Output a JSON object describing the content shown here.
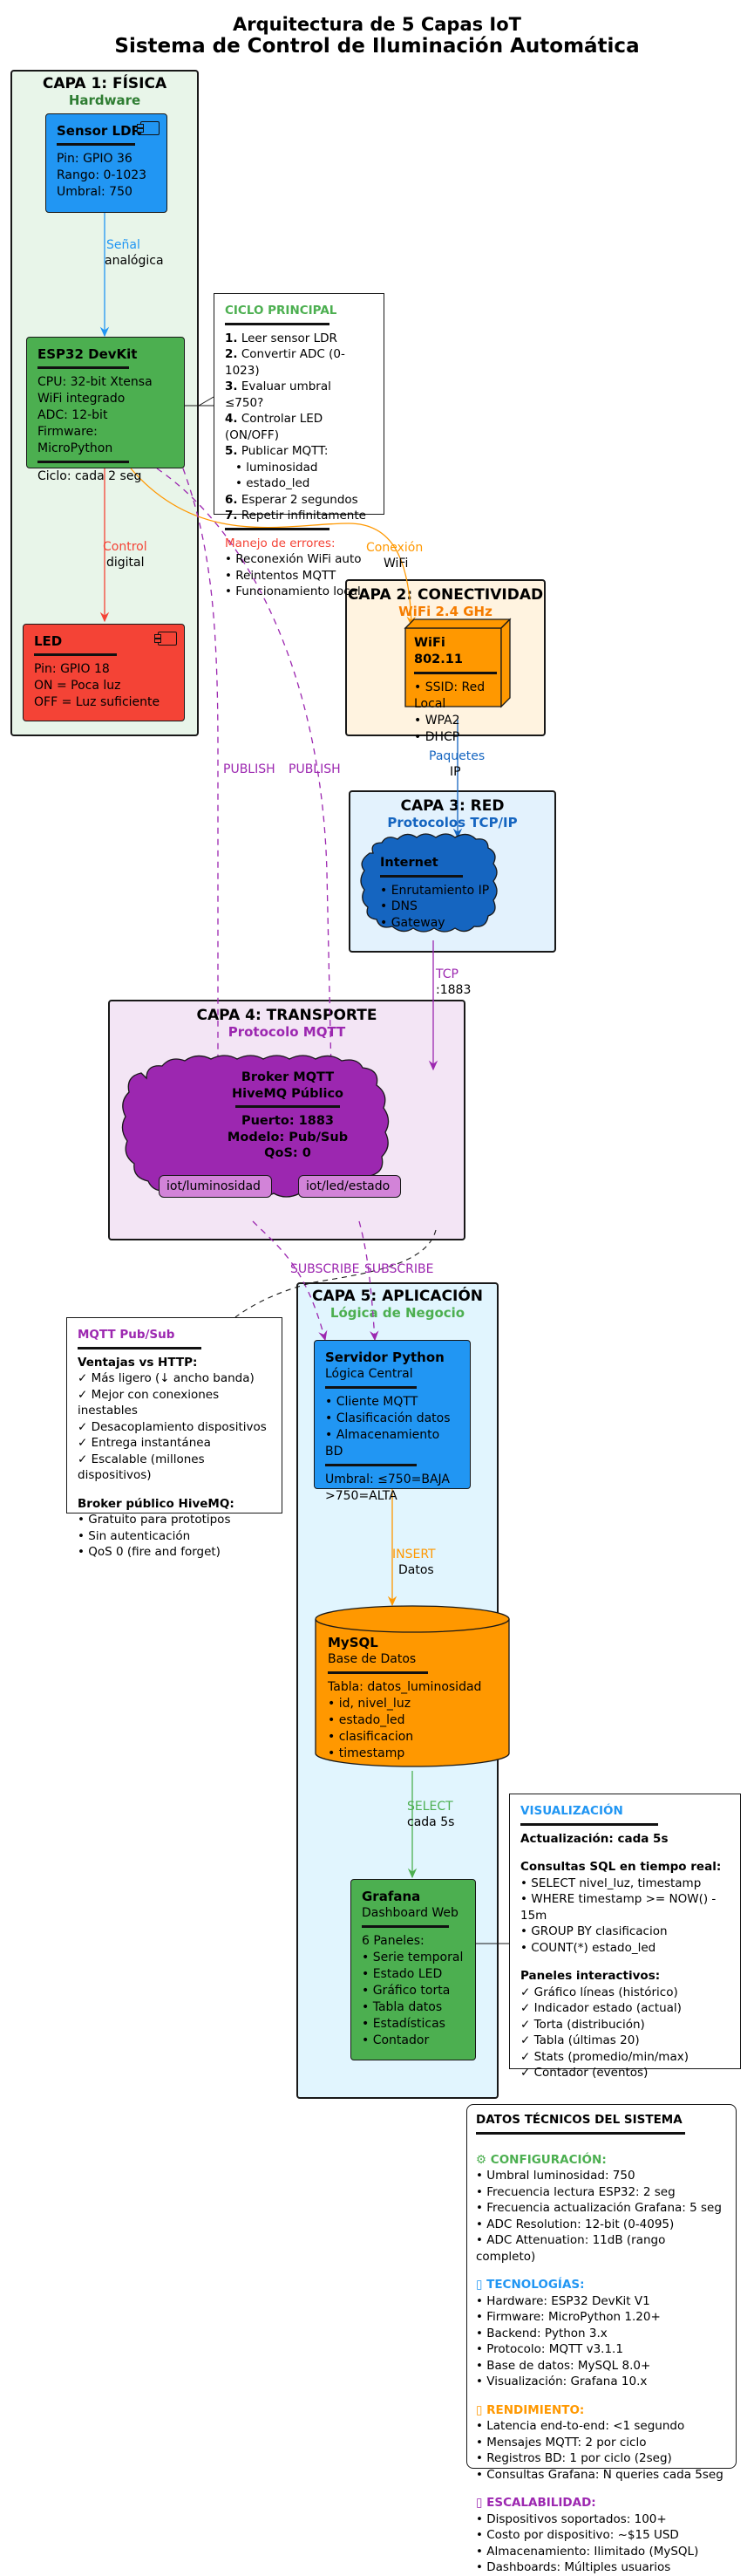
{
  "title": {
    "line1": "Arquitectura de 5 Capas IoT",
    "line2": "Sistema de Control de Iluminación Automática"
  },
  "colors": {
    "green": "#4caf50",
    "blue": "#2196f3",
    "red": "#f44336",
    "orange": "#ff9800",
    "purple": "#9c27b0",
    "dark_blue": "#1565c0",
    "green_text": "#2e7d32",
    "layer1_bg": "#e8f5e9",
    "layer2_bg": "#fff3e0",
    "layer3_bg": "#e3f2fd",
    "layer4_bg": "#f3e5f5",
    "layer5_bg": "#e1f5fe"
  },
  "layers": {
    "l1": {
      "title": "CAPA 1: FÍSICA",
      "sub": "Hardware"
    },
    "l2": {
      "title": "CAPA 2: CONECTIVIDAD",
      "sub": "WiFi 2.4 GHz"
    },
    "l3": {
      "title": "CAPA 3: RED",
      "sub": "Protocolos TCP/IP"
    },
    "l4": {
      "title": "CAPA 4: TRANSPORTE",
      "sub": "Protocolo MQTT"
    },
    "l5": {
      "title": "CAPA 5: APLICACIÓN",
      "sub": "Lógica de Negocio"
    }
  },
  "nodes": {
    "sensor": {
      "title": "Sensor LDR",
      "lines": [
        "Pin: GPIO 36",
        "Rango: 0-1023",
        "Umbral: 750"
      ]
    },
    "esp32": {
      "title": "ESP32 DevKit",
      "lines": [
        "CPU: 32-bit Xtensa",
        "WiFi integrado",
        "ADC: 12-bit",
        "Firmware: MicroPython"
      ],
      "footer": "Ciclo: cada 2 seg"
    },
    "led": {
      "title": "LED",
      "lines": [
        "Pin: GPIO 18",
        "ON = Poca luz",
        "OFF = Luz suficiente"
      ]
    },
    "wifi": {
      "title": "WiFi 802.11",
      "lines": [
        "• SSID: Red Local",
        "• WPA2",
        "• DHCP"
      ]
    },
    "internet": {
      "title": "Internet",
      "lines": [
        "• Enrutamiento IP",
        "• DNS",
        "• Gateway"
      ]
    },
    "broker": {
      "line1": "Broker MQTT",
      "line2": "HiveMQ Público",
      "lines": [
        "Puerto: 1883",
        "Modelo: Pub/Sub",
        "QoS: 0"
      ],
      "topic1": "iot/luminosidad",
      "topic2": "iot/led/estado"
    },
    "server": {
      "title": "Servidor Python",
      "subtitle": "Lógica Central",
      "lines": [
        "• Cliente MQTT",
        "• Clasificación datos",
        "• Almacenamiento BD"
      ],
      "footer1": "Umbral: ≤750=BAJA",
      "footer2": ">750=ALTA"
    },
    "mysql": {
      "title": "MySQL",
      "subtitle": "Base de Datos",
      "lines": [
        "Tabla: datos_luminosidad",
        "• id, nivel_luz",
        "• estado_led",
        "• clasificacion",
        "• timestamp"
      ]
    },
    "grafana": {
      "title": "Grafana",
      "subtitle": "Dashboard Web",
      "lines": [
        "6 Paneles:",
        "• Serie temporal",
        "• Estado LED",
        "• Gráfico torta",
        "• Tabla datos",
        "• Estadísticas",
        "• Contador"
      ]
    }
  },
  "edges": {
    "senal1": "Señal",
    "senal2": "analógica",
    "control1": "Control",
    "control2": "digital",
    "conexion1": "Conexión",
    "conexion2": "WiFi",
    "paquetes1": "Paquetes",
    "paquetes2": "IP",
    "tcp1": "TCP",
    "tcp2": ":1883",
    "publish_a": "PUBLISH",
    "publish_b": "PUBLISH",
    "subscribe_a": "SUBSCRIBE",
    "subscribe_b": "SUBSCRIBE",
    "insert1": "INSERT",
    "insert2": "Datos",
    "select1": "SELECT",
    "select2": "cada 5s"
  },
  "notes": {
    "ciclo": {
      "header": "CICLO PRINCIPAL",
      "steps": [
        {
          "num": "1.",
          "text": " Leer sensor LDR"
        },
        {
          "num": "2.",
          "text": " Convertir ADC (0-1023)"
        },
        {
          "num": "3.",
          "text": " Evaluar umbral ≤750?"
        },
        {
          "num": "4.",
          "text": " Controlar LED (ON/OFF)"
        },
        {
          "num": "5.",
          "text": " Publicar MQTT:"
        }
      ],
      "sub1": "• luminosidad",
      "sub2": "• estado_led",
      "steps2": [
        {
          "num": "6.",
          "text": " Esperar 2 segundos"
        },
        {
          "num": "7.",
          "text": " Repetir infinitamente"
        }
      ],
      "errores": "Manejo de errores:",
      "err_lines": [
        "• Reconexión WiFi auto",
        "• Reintentos MQTT",
        "• Funcionamiento local"
      ]
    },
    "mqtt": {
      "header": "MQTT Pub/Sub",
      "ventajas": "Ventajas vs HTTP:",
      "v_lines": [
        "✓ Más ligero (↓ ancho banda)",
        "✓ Mejor con conexiones inestables",
        "✓ Desacoplamiento dispositivos",
        "✓ Entrega instantánea",
        "✓ Escalable (millones dispositivos)"
      ],
      "broker": "Broker público HiveMQ:",
      "b_lines": [
        "• Gratuito para prototipos",
        "• Sin autenticación",
        "• QoS 0 (fire and forget)"
      ]
    },
    "visual": {
      "header": "VISUALIZACIÓN",
      "actualizacion": "Actualización: cada 5s",
      "consultas": "Consultas SQL en tiempo real:",
      "c_lines": [
        "• SELECT nivel_luz, timestamp",
        "• WHERE timestamp >= NOW() - 15m",
        "• GROUP BY clasificacion",
        "• COUNT(*) estado_led"
      ],
      "paneles": "Paneles interactivos:",
      "p_lines": [
        "✓ Gráfico líneas (histórico)",
        "✓ Indicador estado (actual)",
        "✓ Torta (distribución)",
        "✓ Tabla (últimas 20)",
        "✓ Stats (promedio/min/max)",
        "✓ Contador (eventos)"
      ]
    },
    "tecnicos": {
      "header": "DATOS TÉCNICOS DEL SISTEMA",
      "config_h": "⚙ CONFIGURACIÓN:",
      "config": [
        "• Umbral luminosidad: 750",
        "• Frecuencia lectura ESP32: 2 seg",
        "• Frecuencia actualización Grafana: 5 seg",
        "• ADC Resolution: 12-bit (0-4095)",
        "• ADC Attenuation: 11dB (rango completo)"
      ],
      "tec_h": "▯ TECNOLOGÍAS:",
      "tec": [
        "• Hardware: ESP32 DevKit V1",
        "• Firmware: MicroPython 1.20+",
        "• Backend: Python 3.x",
        "• Protocolo: MQTT v3.1.1",
        "• Base de datos: MySQL 8.0+",
        "• Visualización: Grafana 10.x"
      ],
      "ren_h": "▯ RENDIMIENTO:",
      "ren": [
        "• Latencia end-to-end: <1 segundo",
        "• Mensajes MQTT: 2 por ciclo",
        "• Registros BD: 1 por ciclo (2seg)",
        "• Consultas Grafana: N queries cada 5seg"
      ],
      "esc_h": "▯ ESCALABILIDAD:",
      "esc": [
        "• Dispositivos soportados: 100+",
        "• Costo por dispositivo: ~$15 USD",
        "• Almacenamiento: Ilimitado (MySQL)",
        "• Dashboards: Múltiples usuarios"
      ]
    }
  }
}
